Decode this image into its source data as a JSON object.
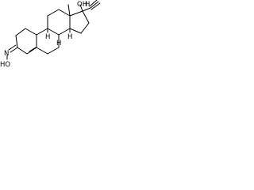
{
  "molecule": {
    "atom_labels": {
      "hydroxyl": "OH",
      "hydroxyl_h": "H",
      "oxime": "HO",
      "oxime_n": "N",
      "stereo_h_8": "H",
      "stereo_h_9": "H",
      "stereo_h_14": "H"
    }
  }
}
